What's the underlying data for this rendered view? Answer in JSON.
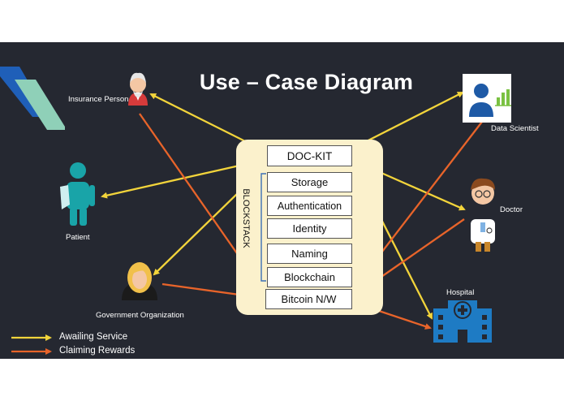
{
  "title": "Use – Case Diagram",
  "nodes": {
    "dockit": "DOC-KIT",
    "storage": "Storage",
    "authentication": "Authentication",
    "identity": "Identity",
    "naming": "Naming",
    "blockchain": "Blockchain",
    "bitcoin": "Bitcoin N/W"
  },
  "blockstack_label": "BLOCKSTACK",
  "actors": {
    "insurance": "Insurance Person",
    "patient": "Patient",
    "government": "Government Organization",
    "data_scientist": "Data Scientist",
    "doctor": "Doctor",
    "hospital": "Hospital"
  },
  "legend": {
    "service": "Awailing Service",
    "rewards": "Claiming Rewards"
  },
  "colors": {
    "background": "#252831",
    "service_arrow": "#f2d43b",
    "reward_arrow": "#e8642a",
    "box": "#fbf1cc",
    "accent_blue": "#1f5fb8",
    "accent_teal": "#8fd0b8"
  }
}
